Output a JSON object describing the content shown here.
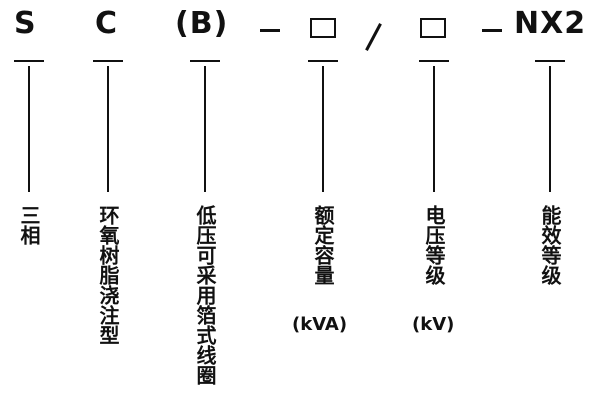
{
  "codes": {
    "s": "S",
    "c": "C",
    "b": "(B)",
    "nx2": "NX2"
  },
  "labels": {
    "s": "三相",
    "c": "环氧树脂浇注型",
    "b": "低压可采用箔式线圈",
    "capacity": "额定容量",
    "capacity_unit": "(kVA)",
    "voltage": "电压等级",
    "voltage_unit": "(kV)",
    "efficiency": "能效等级"
  }
}
